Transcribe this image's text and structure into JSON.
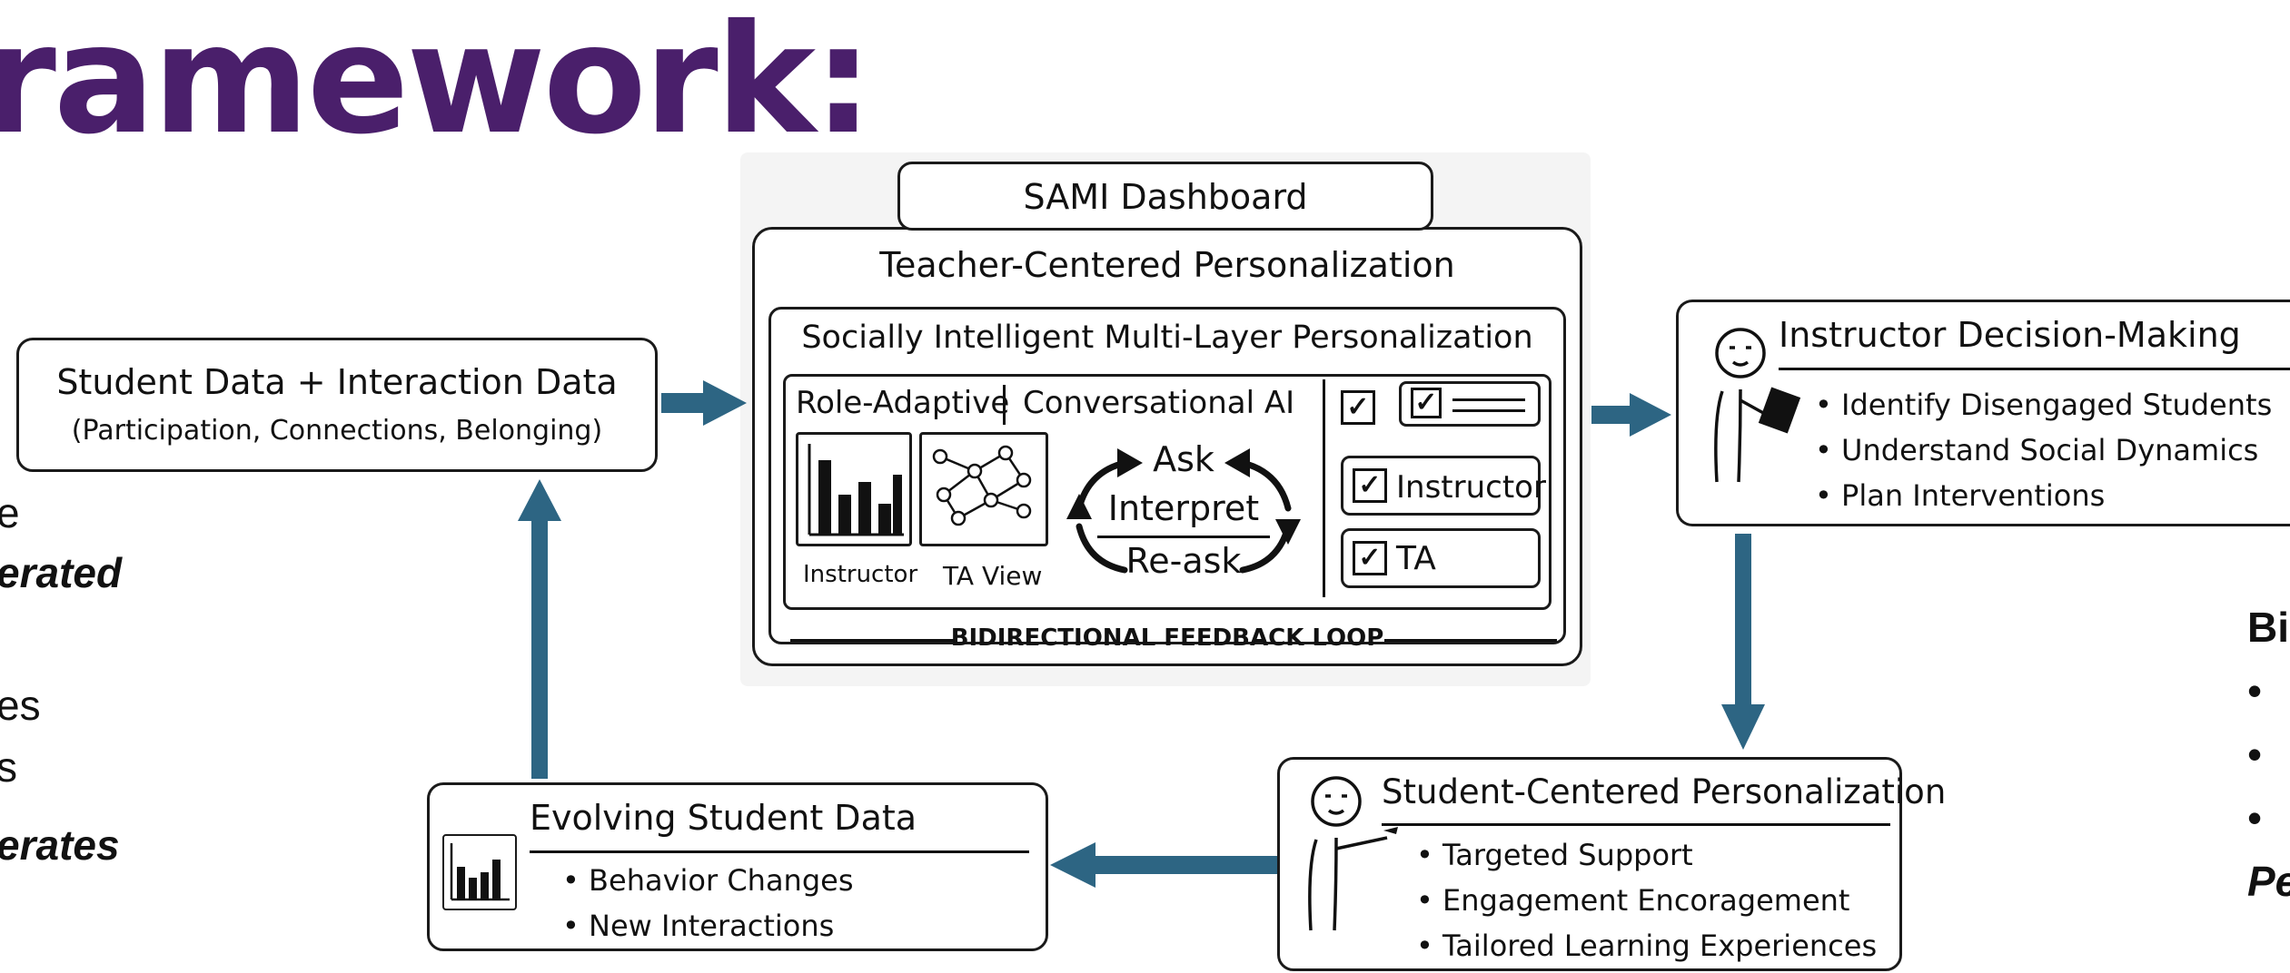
{
  "slide": {
    "title": "ramework:",
    "left_fragments": [
      "e",
      "erated",
      "es",
      "s",
      "erates"
    ],
    "right_fragments": [
      "Bi",
      "•",
      "•",
      "•",
      "Pe"
    ]
  },
  "diagram": {
    "student_data": {
      "title": "Student Data + Interaction Data",
      "subtitle": "(Participation, Connections, Belonging)"
    },
    "dashboard": {
      "tab": "SAMI Dashboard",
      "heading": "Teacher-Centered Personalization",
      "inner_heading": "Socially Intelligent Multi-Layer Personalization",
      "role_adaptive": "Role-Adaptive",
      "conversational": "Conversational AI",
      "instructor_view": "Instructor",
      "ta_view": "TA View",
      "cycle_ask": "Ask",
      "cycle_interpret": "Interpret",
      "cycle_reask": "Re-ask",
      "check_instructor": "Instructor",
      "check_ta": "TA",
      "feedback_loop": "BIDIRECTIONAL FEEDBACK LOOP"
    },
    "instructor_decision": {
      "title": "Instructor Decision-Making",
      "items": [
        "Identify Disengaged Students",
        "Understand Social Dynamics",
        "Plan Interventions"
      ]
    },
    "student_centered": {
      "title": "Student-Centered Personalization",
      "items": [
        "Targeted Support",
        "Engagement Encoragement",
        "Tailored Learning Experiences"
      ]
    },
    "evolving": {
      "title": "Evolving Student Data",
      "items": [
        "Behavior Changes",
        "New Interactions"
      ]
    },
    "arrow_color": "#2d6583",
    "title_color": "#4a1f6b"
  }
}
